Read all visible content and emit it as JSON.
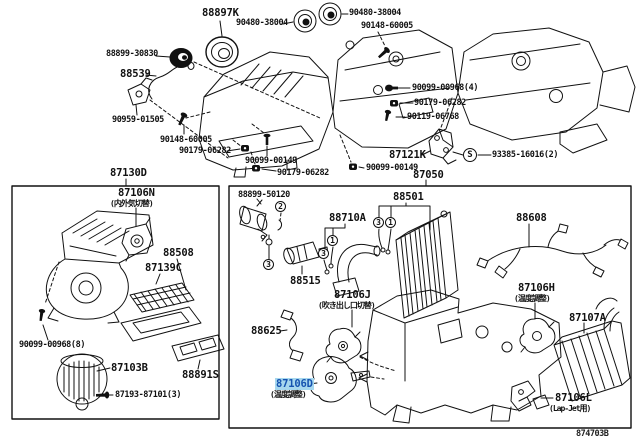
{
  "meta": {
    "doc_number": "874703B"
  },
  "colors": {
    "line": "#111111",
    "highlight_bg": "#a6d7ee",
    "highlight_text": "#1553b0"
  },
  "callouts": {
    "one": "1",
    "two": "2",
    "three": "3"
  },
  "top": {
    "labels": {
      "seal": "88897K",
      "grommet_l": "90480-38004",
      "grommet_r": "90480-38004",
      "screw_top": "90148-60005",
      "cap": "88899-30830",
      "hose": "88539",
      "sensor_bracket": "90959-01505",
      "screw_left": "90148-60005",
      "nut_left": "90179-06282",
      "pin_left": "90099-00149",
      "nut_bottom": "90179-06282",
      "bolt_right": "90099-00968(4)",
      "nut_right": "90179-06282",
      "bolt_lower": "90119-06768",
      "bracket": "87121K",
      "s_mark": "S",
      "screw_s": "93385-16016(2)",
      "pin_right": "90099-00149"
    }
  },
  "left_box": {
    "title": "87130D",
    "labels": {
      "servo_intake": "87106N",
      "servo_intake_note": "(内外気切替)",
      "filter_case": "88508",
      "filter": "87139C",
      "screws8": "90099-00968(8)",
      "blower": "87103B",
      "grille": "88891S",
      "screws3": "87193-87101(3)"
    }
  },
  "right_box": {
    "title": "87050",
    "labels": {
      "solenoid": "88899-50120",
      "evaporator": "88501",
      "tube": "88710A",
      "valve": "88515",
      "servo_outlet": "87106J",
      "servo_outlet_note": "(吹き出し口切替)",
      "harness": "88608",
      "servo_temp_h": "87106H",
      "servo_temp_h_note": "(温度調整)",
      "thermistor": "88625",
      "servo_temp_d": "87106D",
      "servo_temp_d_note": "(温度調整)",
      "heater_core": "87107A",
      "servo_lap": "87106L",
      "servo_lap_note": "(Lap-Jet用)"
    }
  }
}
